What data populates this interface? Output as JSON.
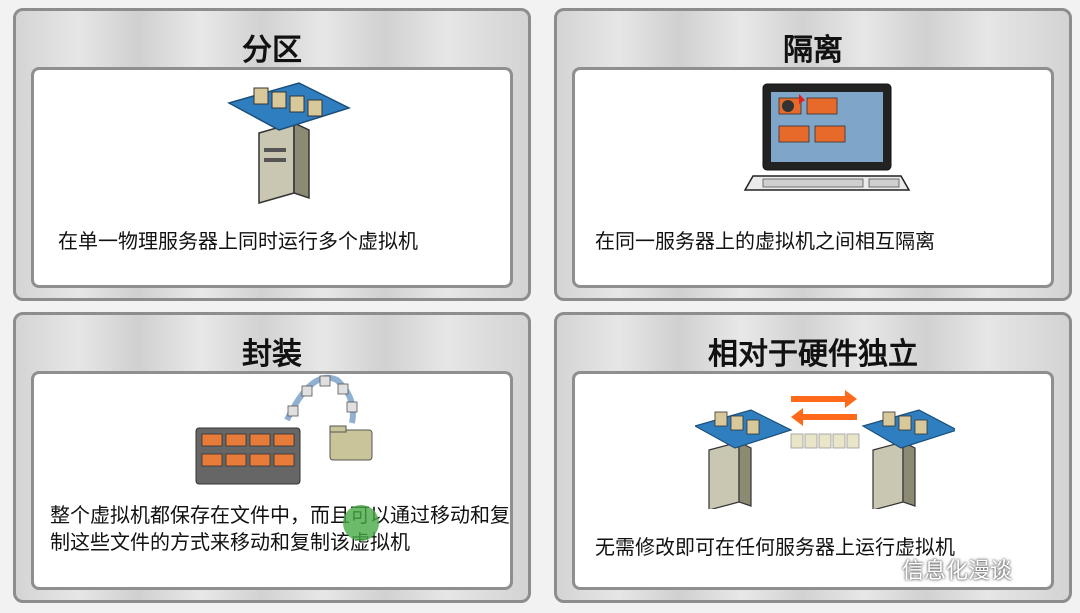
{
  "cards": [
    {
      "title": "分区",
      "desc": "在单一物理服务器上同时运行多个虚拟机",
      "icon": "server-partition-icon"
    },
    {
      "title": "隔离",
      "desc": "在同一服务器上的虚拟机之间相互隔离",
      "icon": "laptop-isolation-icon"
    },
    {
      "title": "封装",
      "desc": "整个虚拟机都保存在文件中，而且可以通过移动和复制这些文件的方式来移动和复制该虚拟机",
      "icon": "encapsulation-icon"
    },
    {
      "title": "相对于硬件独立",
      "desc": "无需修改即可在任何服务器上运行虚拟机",
      "icon": "hardware-independence-icon"
    }
  ],
  "watermark": "信息化漫谈",
  "colors": {
    "orange": "#ff6a1a",
    "blue": "#2f7fc0",
    "panel_border": "#8d8d8d"
  }
}
